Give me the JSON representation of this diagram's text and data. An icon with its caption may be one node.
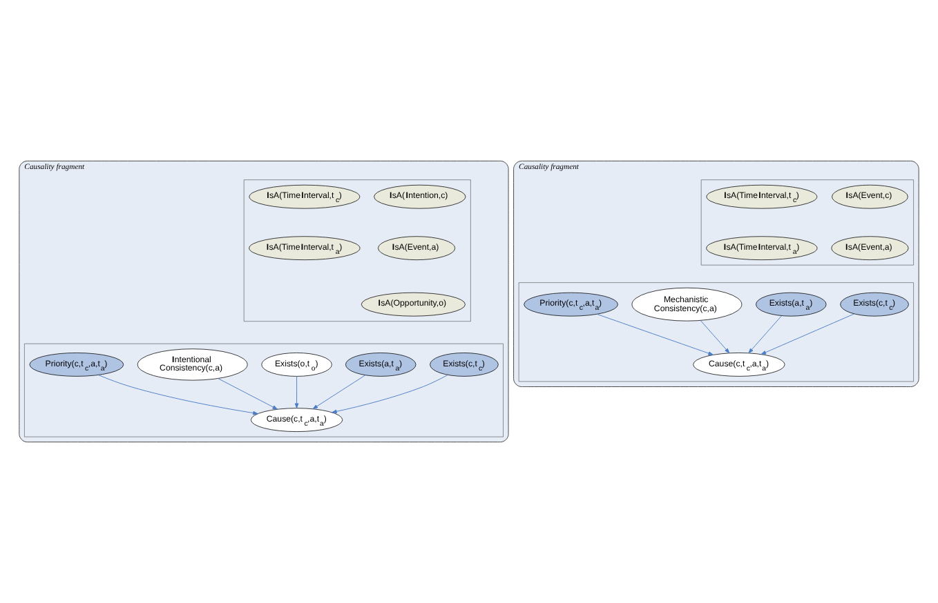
{
  "diagram": {
    "nodes": [
      {
        "text": [
          "Causality fragment"
        ]
      },
      {
        "text": [],
        "shape": "box",
        "in": 0
      },
      {
        "text": [
          "**I**sA(**I**ntention,c)"
        ],
        "in": 1
      },
      {
        "text": [
          "**I**sA(Time**I**nterval,t$_{c}$)"
        ],
        "in": 1
      },
      {
        "text": [
          "**I**sA(Event,a)"
        ],
        "in": 1
      },
      {
        "text": [
          "**I**sA(Time**I**nterval,t$_{a}$)"
        ],
        "in": 1
      },
      {
        "text": [
          "**I**sA(Opportunity,o)"
        ],
        "in": 1
      },
      {
        "text": [],
        "shape": "box",
        "in": 0
      },
      {
        "text": [
          "Exists(c,t$_{c}$)"
        ],
        "in": 7
      },
      {
        "text": [
          "Exists(a,t$_{a}$)"
        ],
        "in": 7
      },
      {
        "text": [
          "Exists(o,t$_{o}$)"
        ],
        "in": 7
      },
      {
        "text": [
          "**I**ntentional Consistency(c,a)"
        ],
        "in": 7
      },
      {
        "text": [
          "Priority(c,t$_{c}$,a,t$_{a}$)"
        ],
        "in": 7
      },
      {
        "text": [
          "Cause(c,t$_{c}$,a,t$_{a}$)"
        ],
        "in": 7
      },
      {
        "text": [
          "Causality fragment"
        ]
      },
      {
        "text": [],
        "shape": "box",
        "in": 14
      },
      {
        "text": [
          "**I**sA(Event,c)"
        ],
        "in": 15
      },
      {
        "text": [
          "**I**sA(Time**I**nterval,t$_{c}$)"
        ],
        "in": 15
      },
      {
        "text": [
          "**I**sA(Event,a)"
        ],
        "in": 15
      },
      {
        "text": [
          "**I**sA(Time**I**nterval,t$_{a}$)"
        ],
        "in": 15
      },
      {
        "text": [],
        "shape": "box",
        "in": 14
      },
      {
        "text": [
          "Exists(c,t$_{c}$)"
        ],
        "in": 20
      },
      {
        "text": [
          "Exists(a,t$_{a}$)"
        ],
        "in": 20
      },
      {
        "text": [
          "Mechanistic Consistency(c,a)"
        ],
        "in": 20
      },
      {
        "text": [
          "Priority(c,t$_{c}$,a,t$_{a}$)"
        ],
        "in": 20
      },
      {
        "text": [
          "Cause(c,t$_{c}$,a,t$_{a}$)"
        ],
        "in": 20
      }
    ],
    "edges": [
      {
        "from": 8,
        "to": 13,
        "arrow": "to"
      },
      {
        "from": 10,
        "to": 13,
        "arrow": "to"
      },
      {
        "from": 9,
        "to": 13,
        "arrow": "to"
      },
      {
        "from": 11,
        "to": 13,
        "arrow": "to"
      },
      {
        "from": 12,
        "to": 13,
        "arrow": "to"
      },
      {
        "from": 21,
        "to": 25,
        "arrow": "to"
      },
      {
        "from": 22,
        "to": 25,
        "arrow": "to"
      },
      {
        "from": 23,
        "to": 25,
        "arrow": "to"
      },
      {
        "from": 24,
        "to": 25,
        "arrow": "to"
      }
    ]
  }
}
